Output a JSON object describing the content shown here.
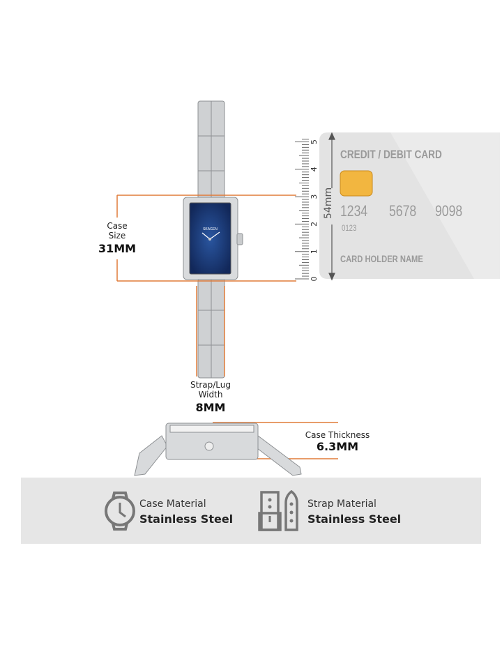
{
  "case_size": {
    "label_line1": "Case",
    "label_line2": "Size",
    "value": "31MM"
  },
  "strap_width": {
    "label_line1": "Strap/Lug",
    "label_line2": "Width",
    "value": "8MM"
  },
  "case_thickness": {
    "label": "Case Thickness",
    "value": "6.3MM"
  },
  "watch": {
    "brand": "SKAGEN",
    "dial_color": "#1f3f7a"
  },
  "ruler": {
    "ticks": [
      "0",
      "1",
      "2",
      "3",
      "4",
      "5"
    ],
    "unit_label": "54mm"
  },
  "card": {
    "title": "CREDIT / DEBIT CARD",
    "number": [
      "1234",
      "5678",
      "9098"
    ],
    "small_number": "0123",
    "holder": "CARD HOLDER NAME"
  },
  "materials": [
    {
      "icon": "watch-icon",
      "label": "Case Material",
      "value": "Stainless Steel"
    },
    {
      "icon": "strap-icon",
      "label": "Strap Material",
      "value": "Stainless Steel"
    }
  ],
  "colors": {
    "accent": "#e07b39",
    "band": "#e6e6e6"
  }
}
